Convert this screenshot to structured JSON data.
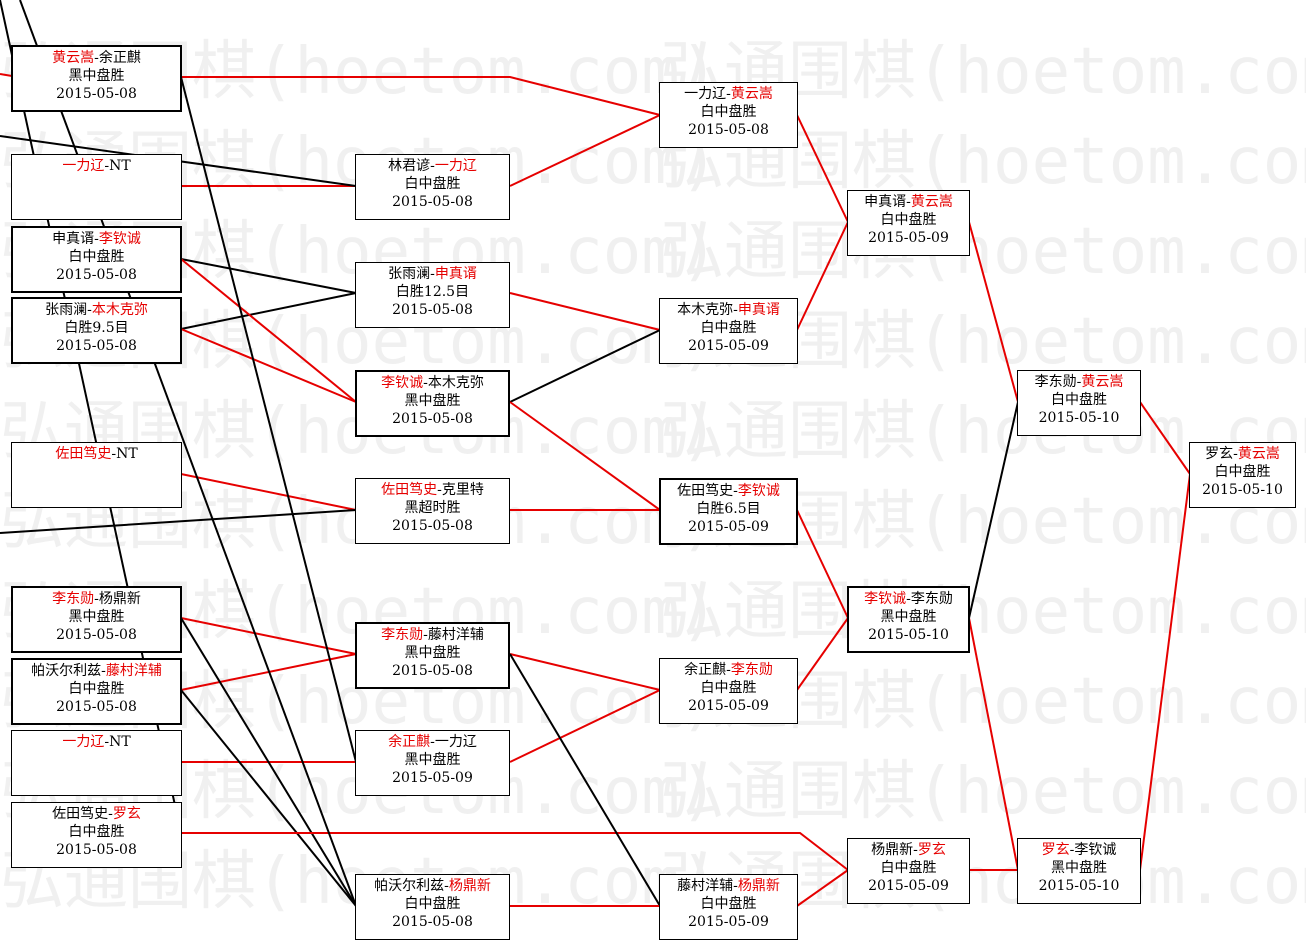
{
  "watermark": "弘通围棋(hoetom.com)",
  "colors": {
    "winner": "#e60000",
    "line_win": "#e60000",
    "line_loss": "#000000"
  },
  "matches": [
    {
      "id": "r1a",
      "p1": "黄云嵩",
      "p2": "余正麒",
      "winner": 1,
      "result": "黑中盘胜",
      "date": "2015-05-08"
    },
    {
      "id": "r1b",
      "p1": "一力辽",
      "p2": "NT",
      "winner": 1,
      "result": "",
      "date": ""
    },
    {
      "id": "r1c",
      "p1": "申真谞",
      "p2": "李钦诚",
      "winner": 2,
      "result": "白中盘胜",
      "date": "2015-05-08"
    },
    {
      "id": "r1d",
      "p1": "张雨澜",
      "p2": "本木克弥",
      "winner": 2,
      "result": "白胜9.5目",
      "date": "2015-05-08"
    },
    {
      "id": "r1e",
      "p1": "佐田笃史",
      "p2": "NT",
      "winner": 1,
      "result": "",
      "date": ""
    },
    {
      "id": "r1f",
      "p1": "李东勋",
      "p2": "杨鼎新",
      "winner": 1,
      "result": "黑中盘胜",
      "date": "2015-05-08"
    },
    {
      "id": "r1g",
      "p1": "帕沃尔利兹",
      "p2": "藤村洋辅",
      "winner": 2,
      "result": "白中盘胜",
      "date": "2015-05-08"
    },
    {
      "id": "r1h",
      "p1": "一力辽",
      "p2": "NT",
      "winner": 1,
      "result": "",
      "date": ""
    },
    {
      "id": "r1i",
      "p1": "佐田笃史",
      "p2": "罗玄",
      "winner": 2,
      "result": "白中盘胜",
      "date": "2015-05-08"
    },
    {
      "id": "r2a",
      "p1": "林君谚",
      "p2": "一力辽",
      "winner": 2,
      "result": "白中盘胜",
      "date": "2015-05-08"
    },
    {
      "id": "r2b",
      "p1": "张雨澜",
      "p2": "申真谞",
      "winner": 2,
      "result": "白胜12.5目",
      "date": "2015-05-08"
    },
    {
      "id": "r2c",
      "p1": "李钦诚",
      "p2": "本木克弥",
      "winner": 1,
      "result": "黑中盘胜",
      "date": "2015-05-08"
    },
    {
      "id": "r2d",
      "p1": "佐田笃史",
      "p2": "克里特",
      "winner": 1,
      "result": "黑超时胜",
      "date": "2015-05-08"
    },
    {
      "id": "r2e",
      "p1": "李东勋",
      "p2": "藤村洋辅",
      "winner": 1,
      "result": "黑中盘胜",
      "date": "2015-05-08"
    },
    {
      "id": "r2f",
      "p1": "余正麒",
      "p2": "一力辽",
      "winner": 1,
      "result": "黑中盘胜",
      "date": "2015-05-09"
    },
    {
      "id": "r2g",
      "p1": "帕沃尔利兹",
      "p2": "杨鼎新",
      "winner": 2,
      "result": "白中盘胜",
      "date": "2015-05-08"
    },
    {
      "id": "r3a",
      "p1": "一力辽",
      "p2": "黄云嵩",
      "winner": 2,
      "result": "白中盘胜",
      "date": "2015-05-08"
    },
    {
      "id": "r3b",
      "p1": "本木克弥",
      "p2": "申真谞",
      "winner": 2,
      "result": "白中盘胜",
      "date": "2015-05-09"
    },
    {
      "id": "r3c",
      "p1": "佐田笃史",
      "p2": "李钦诚",
      "winner": 2,
      "result": "白胜6.5目",
      "date": "2015-05-09"
    },
    {
      "id": "r3d",
      "p1": "余正麒",
      "p2": "李东勋",
      "winner": 2,
      "result": "白中盘胜",
      "date": "2015-05-09"
    },
    {
      "id": "r3e",
      "p1": "藤村洋辅",
      "p2": "杨鼎新",
      "winner": 2,
      "result": "白中盘胜",
      "date": "2015-05-09"
    },
    {
      "id": "r4a",
      "p1": "申真谞",
      "p2": "黄云嵩",
      "winner": 2,
      "result": "白中盘胜",
      "date": "2015-05-09"
    },
    {
      "id": "r4b",
      "p1": "李钦诚",
      "p2": "李东勋",
      "winner": 1,
      "result": "黑中盘胜",
      "date": "2015-05-10"
    },
    {
      "id": "r4c",
      "p1": "杨鼎新",
      "p2": "罗玄",
      "winner": 2,
      "result": "白中盘胜",
      "date": "2015-05-09"
    },
    {
      "id": "r5a",
      "p1": "李东勋",
      "p2": "黄云嵩",
      "winner": 2,
      "result": "白中盘胜",
      "date": "2015-05-10"
    },
    {
      "id": "r5b",
      "p1": "罗玄",
      "p2": "李钦诚",
      "winner": 1,
      "result": "黑中盘胜",
      "date": "2015-05-10"
    },
    {
      "id": "r6a",
      "p1": "罗玄",
      "p2": "黄云嵩",
      "winner": 2,
      "result": "白中盘胜",
      "date": "2015-05-10"
    }
  ]
}
